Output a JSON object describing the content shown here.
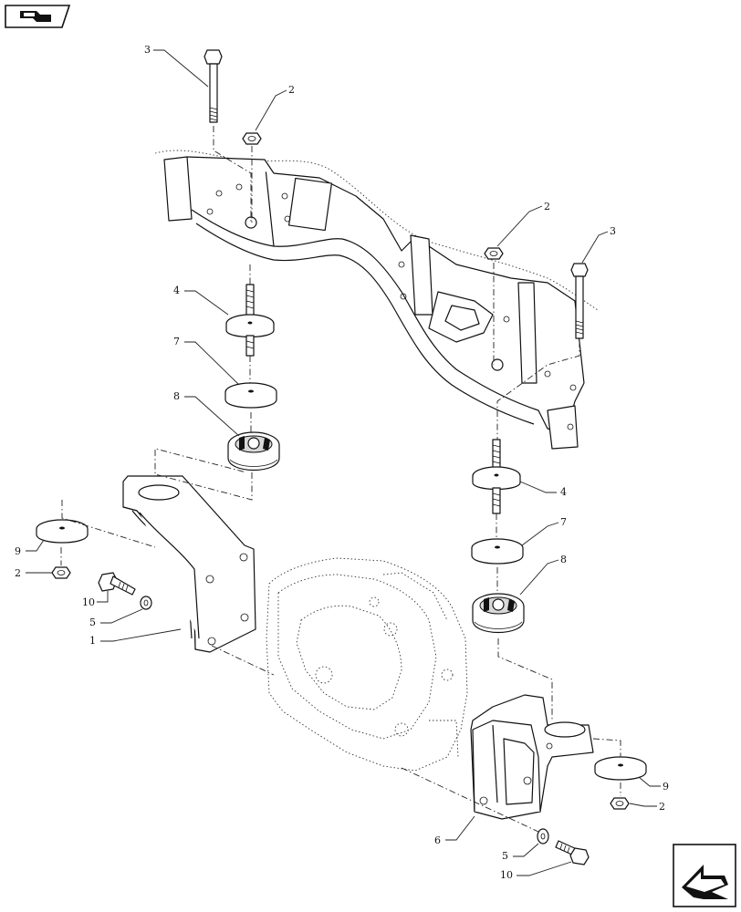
{
  "icons": {
    "top_left": "book-arrow-icon",
    "bottom_right": "navigation-arrow-icon"
  },
  "callouts": {
    "c1": "1",
    "c2a": "2",
    "c2b": "2",
    "c2c": "2",
    "c2d": "2",
    "c3a": "3",
    "c3b": "3",
    "c4a": "4",
    "c4b": "4",
    "c5a": "5",
    "c5b": "5",
    "c6": "6",
    "c7a": "7",
    "c7b": "7",
    "c8a": "8",
    "c8b": "8",
    "c9a": "9",
    "c9b": "9",
    "c10a": "10",
    "c10b": "10"
  }
}
